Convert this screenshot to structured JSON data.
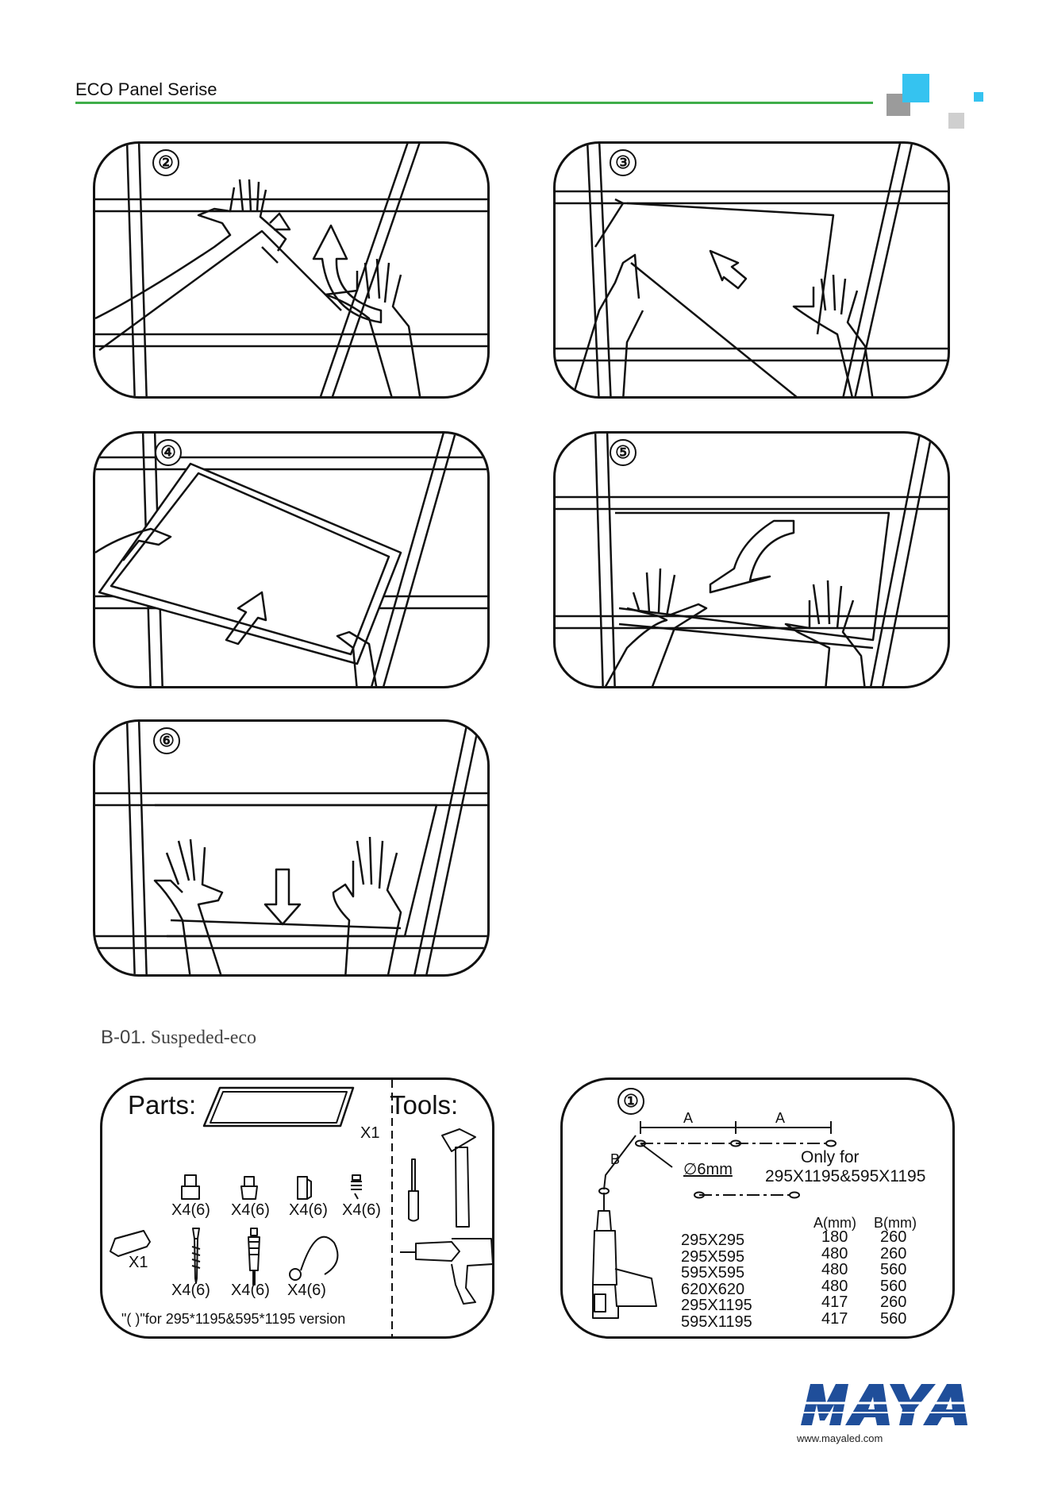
{
  "header": {
    "title": "ECO Panel Serise"
  },
  "brand": {
    "accent_green": "#3fae49",
    "accent_cyan": "#35c3f0",
    "accent_gray": "#9b9b9b",
    "logo_blue": "#1f4e9a",
    "logo_text": "MAYA",
    "url": "www.mayaled.com"
  },
  "steps": [
    {
      "number": "②",
      "illustration": "hands-lifting-ceiling-tile"
    },
    {
      "number": "③",
      "illustration": "lowering-tile-diagonal"
    },
    {
      "number": "④",
      "illustration": "inserting-led-panel"
    },
    {
      "number": "⑤",
      "illustration": "rotating-panel-into-grid"
    },
    {
      "number": "⑥",
      "illustration": "pressing-panel-down"
    }
  ],
  "section": {
    "code": "B-01",
    "title": ". Suspeded-eco"
  },
  "parts_box": {
    "parts_label": "Parts:",
    "tools_label": "Tools:",
    "panel_qty": "X1",
    "row1": [
      "X4(6)",
      "X4(6)",
      "X4(6)",
      "X4(6)"
    ],
    "driver_qty": "X1",
    "row2": [
      "X4(6)",
      "X4(6)",
      "X4(6)"
    ],
    "footnote": "\"( )\"for 295*1195&595*1195 version"
  },
  "install_box": {
    "number": "①",
    "dim_a1": "A",
    "dim_a2": "A",
    "dim_b": "B",
    "hole": "∅6mm",
    "note_line1": "Only for",
    "note_line2": "295X1195&595X1195",
    "table": {
      "col_a": "A(mm)",
      "col_b": "B(mm)",
      "rows": [
        {
          "size": "295X295",
          "a": "180",
          "b": "260"
        },
        {
          "size": "295X595",
          "a": "480",
          "b": "260"
        },
        {
          "size": "595X595",
          "a": "480",
          "b": "560"
        },
        {
          "size": "620X620",
          "a": "480",
          "b": "560"
        },
        {
          "size": "295X1195",
          "a": "417",
          "b": "260"
        },
        {
          "size": "595X1195",
          "a": "417",
          "b": "560"
        }
      ]
    }
  }
}
